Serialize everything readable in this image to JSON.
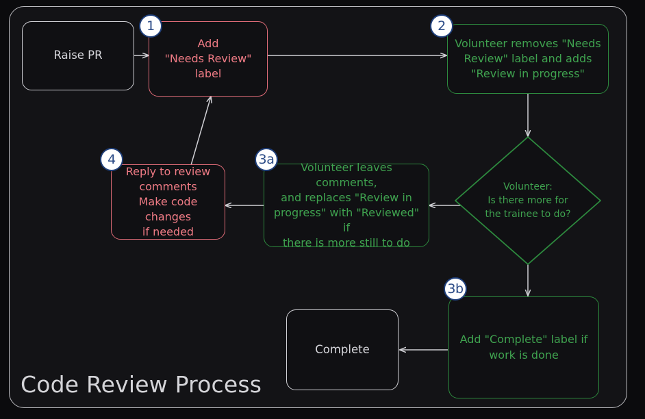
{
  "diagram": {
    "title": "Code Review Process",
    "colors": {
      "background": "#0b0b0d",
      "frame_border": "#b9b9bd",
      "plain_border": "#cfcfd4",
      "plain_text": "#d7d7dc",
      "red_border": "#e06c78",
      "red_text": "#ef7b85",
      "green_border": "#2d8a3e",
      "green_text": "#3fa24f",
      "badge_fill": "#ffffff",
      "badge_border": "#1f3f7a",
      "badge_text": "#2a4a86",
      "arrow": "#cfcfd4"
    },
    "nodes": [
      {
        "id": "raise-pr",
        "label": "Raise PR",
        "style": "plain"
      },
      {
        "id": "add-needs-review",
        "label": "Add\n\"Needs Review\"\nlabel",
        "style": "red",
        "badge": "1"
      },
      {
        "id": "volunteer-removes",
        "label": "Volunteer removes \"Needs\nReview\" label and adds\n\"Review in progress\"",
        "style": "green",
        "badge": "2"
      },
      {
        "id": "decision",
        "label": "Volunteer:\nIs there more for\nthe trainee to do?",
        "style": "diamond-green"
      },
      {
        "id": "volunteer-leaves-comments",
        "label": "Volunteer leaves comments,\nand replaces \"Review in\nprogress\" with \"Reviewed\" if\nthere is more still to do",
        "style": "green",
        "badge": "3a"
      },
      {
        "id": "reply-to-review",
        "label": "Reply to review\ncomments\nMake code changes\nif needed",
        "style": "red",
        "badge": "4"
      },
      {
        "id": "add-complete-label",
        "label": "Add \"Complete\" label if\nwork is done",
        "style": "green",
        "badge": "3b"
      },
      {
        "id": "complete",
        "label": "Complete",
        "style": "plain"
      }
    ],
    "badges": [
      "1",
      "2",
      "3a",
      "4",
      "3b"
    ],
    "edges": [
      {
        "from": "raise-pr",
        "to": "add-needs-review",
        "direction": "right"
      },
      {
        "from": "add-needs-review",
        "to": "volunteer-removes",
        "direction": "right"
      },
      {
        "from": "volunteer-removes",
        "to": "decision",
        "direction": "down"
      },
      {
        "from": "decision",
        "to": "volunteer-leaves-comments",
        "direction": "left"
      },
      {
        "from": "volunteer-leaves-comments",
        "to": "reply-to-review",
        "direction": "left"
      },
      {
        "from": "reply-to-review",
        "to": "add-needs-review",
        "direction": "up-right-diagonal"
      },
      {
        "from": "decision",
        "to": "add-complete-label",
        "direction": "down"
      },
      {
        "from": "add-complete-label",
        "to": "complete",
        "direction": "left"
      }
    ]
  }
}
